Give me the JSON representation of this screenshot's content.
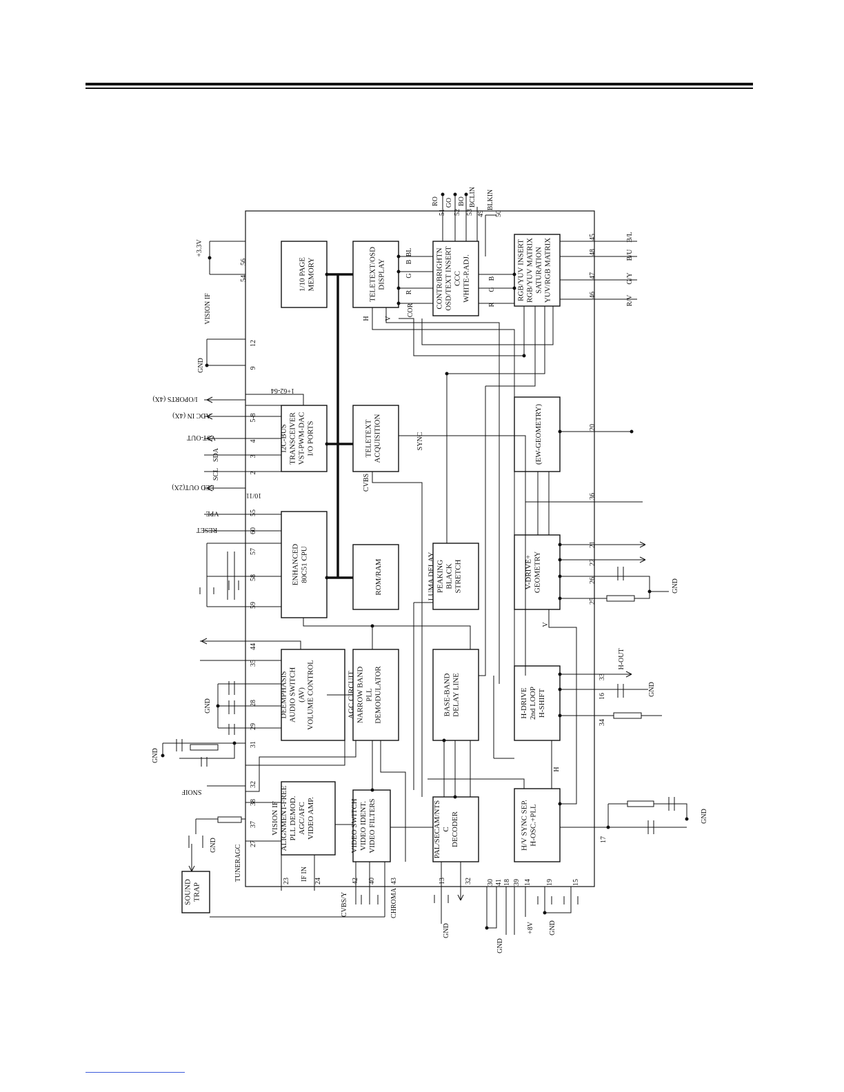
{
  "blocks": {
    "page_memory": "1/10 PAGE\nMEMORY",
    "teletext_osd": "TELETEXT/OSD\nDISPLAY",
    "contr_bright": "CONTR/BRIGHTN\nOSD/TEXT INSERT\nCCC\nWHITE-P.ADJ.",
    "rgb_yuv": "RGB/YUV INSERT\nRGB/YUV MATRIX\nSATURATION\nYUV/RGB MATRIX",
    "i2c": "I2C-BUS\nTRANSCEIVER\nVST-PWM-DAC\nI/O PORTS",
    "teletext_acq": "TELETEXT\nACQUISITION",
    "ew_geometry": "(EW-GEOMETRY)",
    "cpu": "ENHANCED\n80C51 CPU",
    "rom_ram": "ROM/RAM",
    "luma": "LUMA DELAY\nPEAKING\nBLACK\nSTRETCH",
    "v_drive": "V-DRIVE+\nGEOMETRY",
    "deemphasis": "DEEMPHASIS\nAUDIO SWITCH\n(AV)\nVOLUME CONTROL",
    "agc": "AGC CIRCUIT\nNARROW BAND\nPLL\nDEMODULATOR",
    "baseband": "BASE-BAND\nDELAY LINE",
    "h_drive": "H-DRIVE\n2nd LOOP\nH-SHIFT",
    "vision_if": "VISION IF\nALIGNMENT-FREE\nPLL DEMOD.\nAGC/AFC\nVIDEO AMP.",
    "video_switch": "VIDEO SWITCH\nVIDEO IDENT.\nVIDEO FILTERS",
    "pal_decoder": "PAL/SECAM/NTS\nC\nDECODER",
    "hv_sync": "H/V SYNC SEP.\nH-OSC.+PLL",
    "sound_trap": "SOUND\nTRAP"
  },
  "labels": {
    "v33": "+3.3V",
    "vision_if_label": "VISION IF",
    "gnd": "GND",
    "ioports": "I/OPORTS (4X)",
    "adc_in": "ADC IN (4X)",
    "vst_out": "VST-OUT",
    "scl": "SCL",
    "sda": "SDA",
    "led_out": "LED OUT(2X)",
    "p1062_64": "1+62-64",
    "p10_11": "10/11",
    "vpe": "VPE",
    "reset": "RESET",
    "snoif": "SNOIF",
    "tuneragc": "TUNERAGC",
    "if_in": "IF IN",
    "cvbs_y": "CVBS/Y",
    "chroma": "CHROMA",
    "plus8v": "+8V",
    "h_out": "H-OUT",
    "ro": "RO",
    "go": "GO",
    "bo": "BO",
    "bclin": "BCLIN",
    "blkin": "BLKIN",
    "bl_in": "B/L",
    "bu_in": "B/U",
    "gy_in": "G/Y",
    "rv_in": "R/V",
    "sync": "SYNC",
    "cvbs": "CVBS",
    "cor": "COR",
    "r": "R",
    "g": "G",
    "b": "B",
    "bl": "BL",
    "h": "H",
    "v": "V"
  },
  "pins": {
    "p54": "54",
    "p56": "56",
    "p9": "9",
    "p12": "12",
    "p5_8": "5-8",
    "p4": "4",
    "p3": "3",
    "p2": "2",
    "p55": "55",
    "p60": "60",
    "p57": "57",
    "p58": "58",
    "p59": "59",
    "p44": "44",
    "p35": "35",
    "p28": "28",
    "p29": "29",
    "p31": "31",
    "p32": "32",
    "p38": "38",
    "p37": "37",
    "p27": "27",
    "p23": "23",
    "p24": "24",
    "p42": "42",
    "p40": "40",
    "p43": "43",
    "p13": "13",
    "p32b": "32",
    "p30": "30",
    "p41": "41",
    "p18": "18",
    "p39": "39",
    "p14": "14",
    "p19": "19",
    "p15": "15",
    "p17": "17",
    "p33": "33",
    "p16": "16",
    "p34": "34",
    "p25": "25",
    "p26": "26",
    "p22": "22",
    "p21": "21",
    "p36": "36",
    "p20": "20",
    "p46": "46",
    "p47": "47",
    "p48": "48",
    "p45": "45",
    "p51": "51",
    "p52": "52",
    "p53": "53",
    "p49": "49",
    "p50": "50"
  }
}
